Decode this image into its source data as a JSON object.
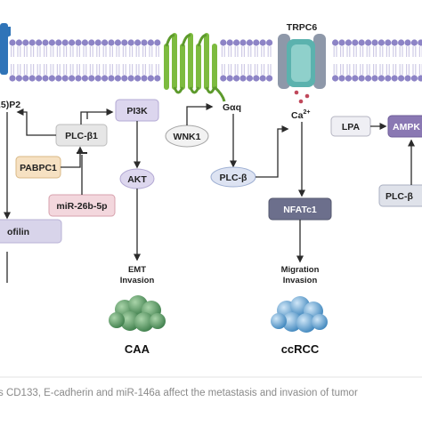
{
  "labels": {
    "pip2": ",5)P2",
    "trpc6": "TRPC6",
    "pi3k": "PI3K",
    "plcb1": "PLC-β1",
    "pabpc1": "PABPC1",
    "mir": "miR-26b-5p",
    "akt": "AKT",
    "wnk1": "WNK1",
    "gaq": "Gαq",
    "plcb": "PLC-β",
    "ca_base": "Ca",
    "ca_sup": "2+",
    "nfatc1": "NFATc1",
    "lpa": "LPA",
    "ampk": "AMPK",
    "plcb_right": "PLC-β",
    "cofilin": "ofilin",
    "emt": "EMT",
    "invasion_left": "Invasion",
    "migration": "Migration",
    "invasion_mid": "Invasion",
    "caa": "CAA",
    "ccrcc": "ccRCC"
  },
  "caption": "s CD133, E-cadherin and miR-146a affect the metastasis and invasion of tumor",
  "colors": {
    "membrane_head": "#8d84c6",
    "membrane_tail": "#cfcbe6",
    "pi3k_box": "#dcd6ee",
    "plc_box": "#e6e6e6",
    "pabpc1_box": "#f6e1c2",
    "mir_box": "#f3d7dd",
    "akt_oval": "#ddd7ee",
    "wnk1_oval": "#f2f2f2",
    "plcb_oval": "#dde3f2",
    "nfatc1_box": "#6c6f8c",
    "lpa_box": "#efeff4",
    "ampk_box": "#8a78b3",
    "cofilin_box": "#d8d4ea",
    "receptor_green": "#7dbb3f",
    "channel_gray": "#9aa5b6",
    "channel_teal": "#5bb2ae",
    "caa_cells": "#5e9e6a",
    "ccrcc_cells": "#6aa5cf",
    "left_receptor": "#2f74b8",
    "ca_dots": "#c0485b"
  }
}
